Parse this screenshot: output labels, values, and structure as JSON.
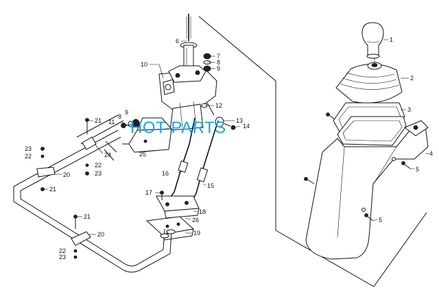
{
  "watermark": "HOT-PARTS",
  "callouts": {
    "c1": "1",
    "c2": "2",
    "c3": "3",
    "c4": "4",
    "c5a": "5",
    "c5b": "5",
    "c6": "6",
    "c7": "7",
    "c8a": "8",
    "c8b": "8",
    "c9a": "9",
    "c9b": "9",
    "c10": "10",
    "c11": "11",
    "c12": "12",
    "c13": "13",
    "c14": "14",
    "c15": "15",
    "c16": "16",
    "c17": "17",
    "c18": "18",
    "c19": "19",
    "c20a": "20",
    "c20b": "20",
    "c21a": "21",
    "c21b": "21",
    "c21c": "21",
    "c22a": "22",
    "c22b": "22",
    "c22c": "22",
    "c23a": "23",
    "c23b": "23",
    "c23c": "23",
    "c24": "24",
    "c25": "25",
    "c26": "26"
  }
}
